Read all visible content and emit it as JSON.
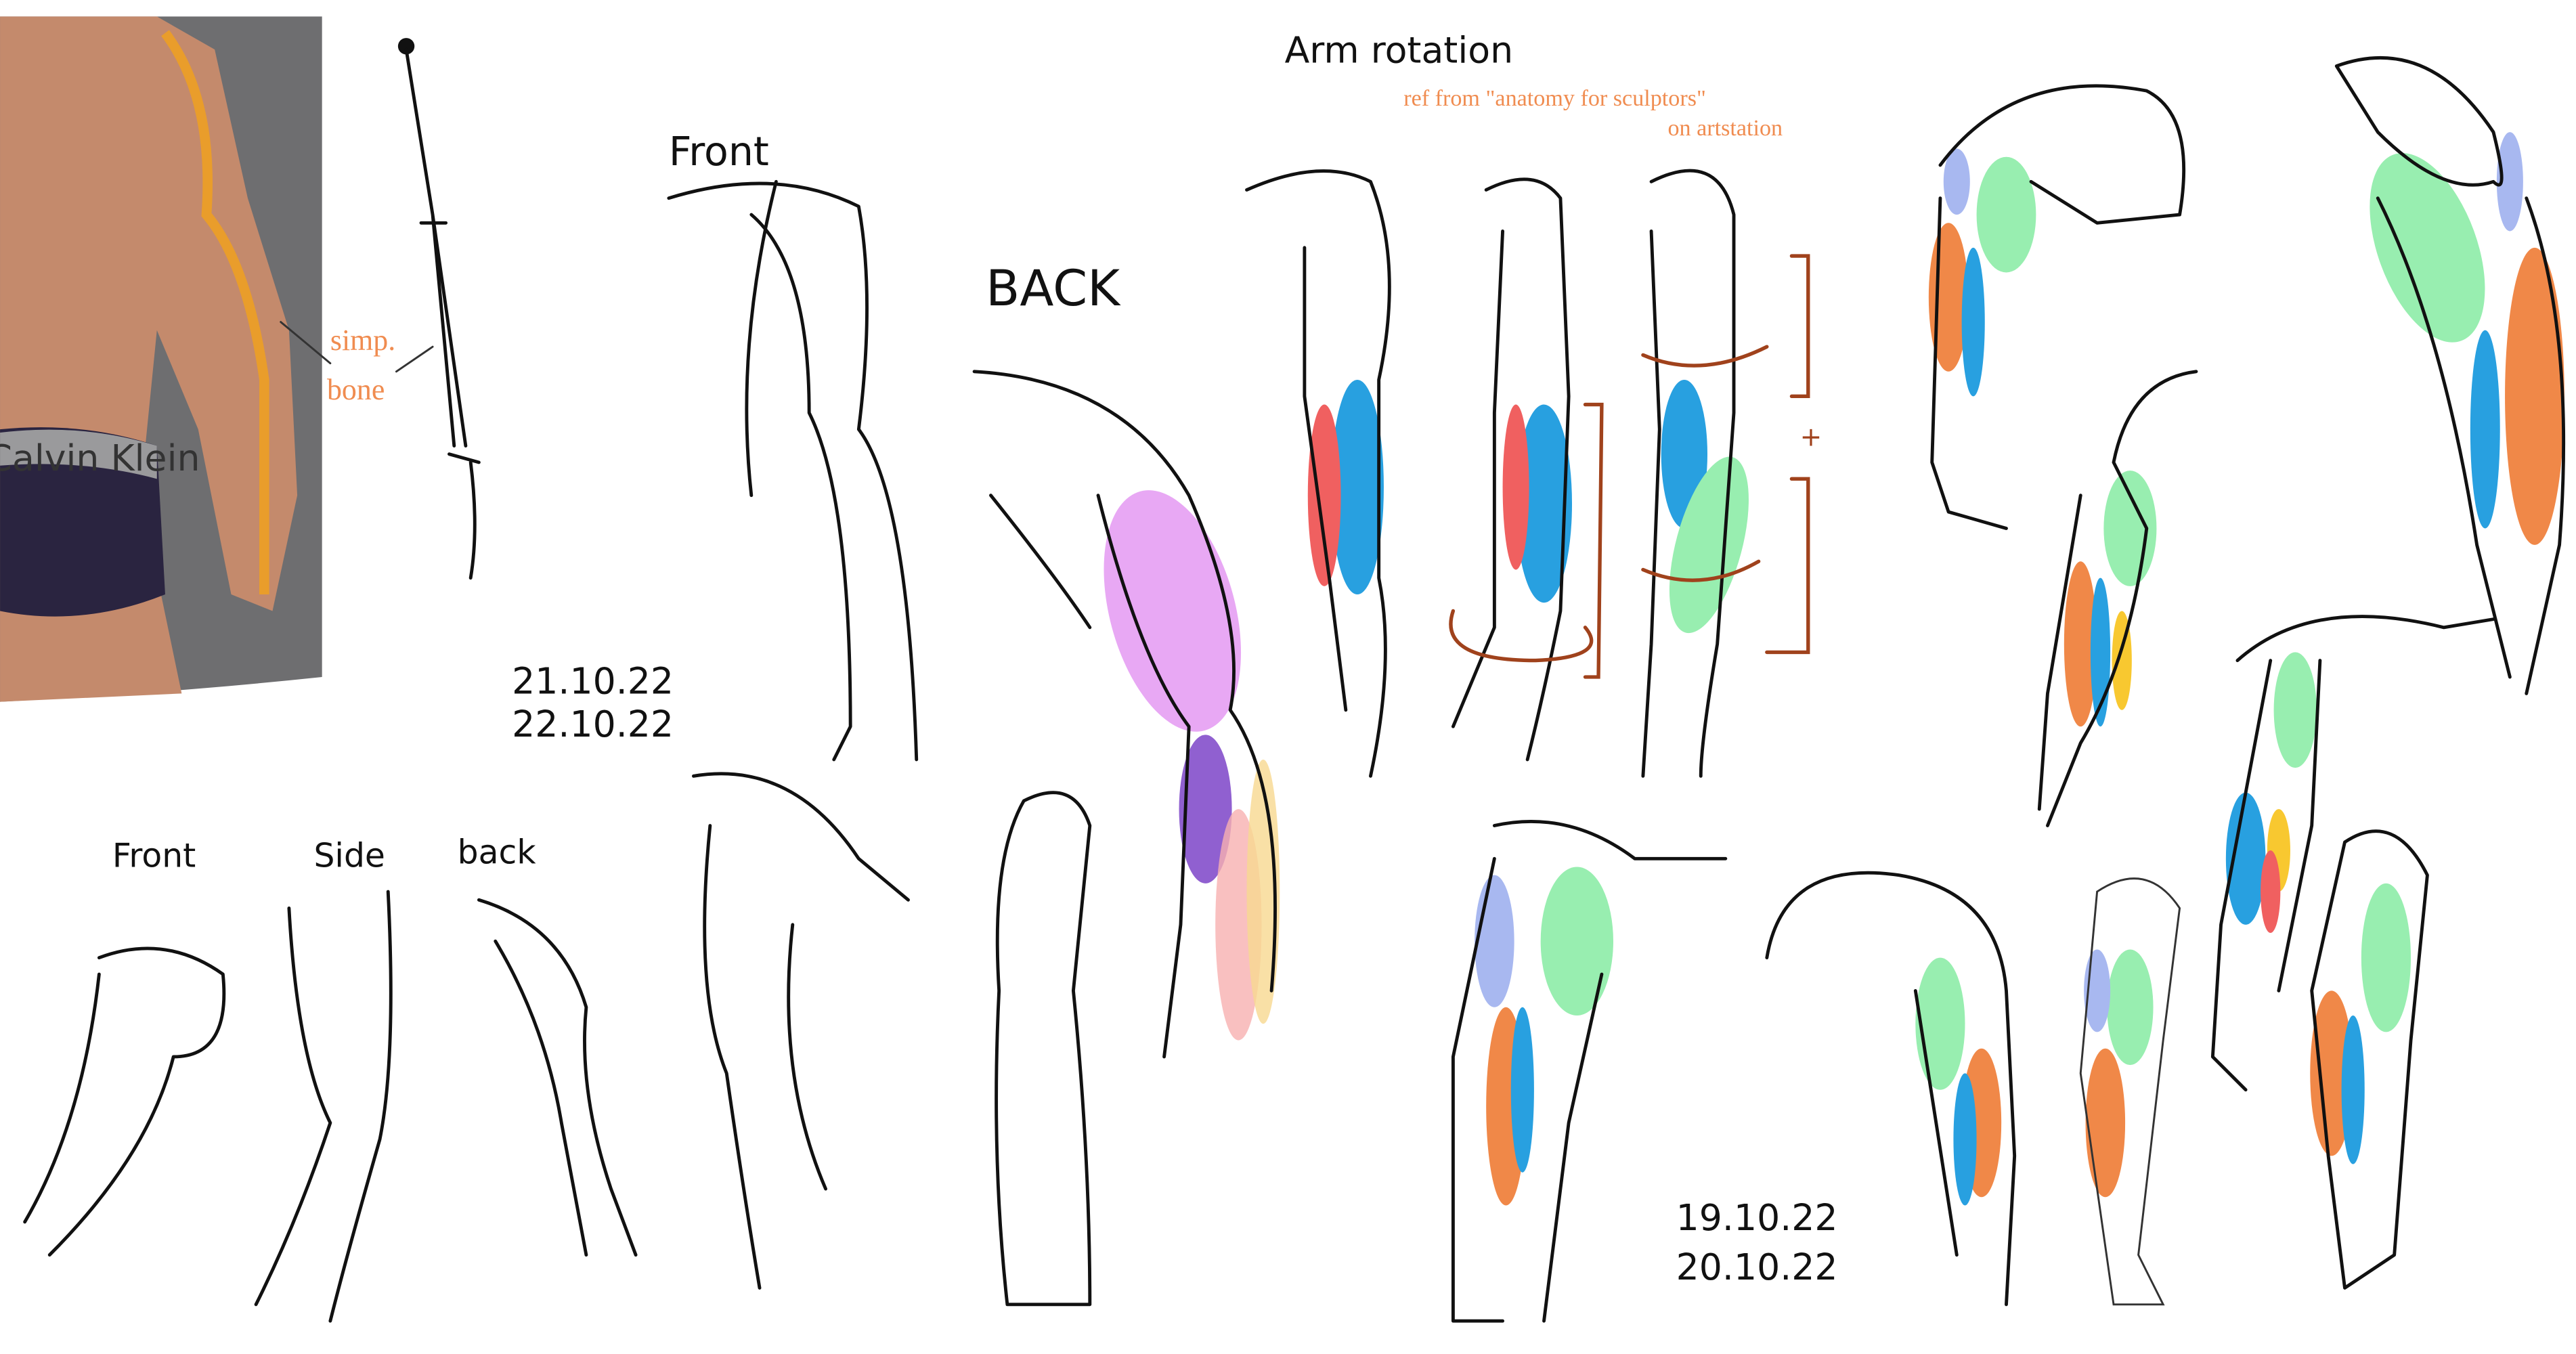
{
  "photo": {
    "logo_text": "Calvin Klein"
  },
  "labels": {
    "simp": "simp.",
    "bone": "bone",
    "front_top": "Front",
    "back_top": "BACK",
    "date_1": "21.10.22",
    "date_2": "22.10.22",
    "front_bottom": "Front",
    "side_bottom": "Side",
    "back_bottom": "back",
    "arm_rotation": "Arm rotation",
    "ref_line": "ref from \"anatomy for sculptors\"",
    "ref_source": "on artstation",
    "plus": "+",
    "date_3": "19.10.22",
    "date_4": "20.10.22"
  },
  "colors": {
    "bone_orange": "#f0a020",
    "note_orange": "#f08c50",
    "purple_light": "#e8a8f4",
    "purple_dark": "#9060d0",
    "blue": "#28a0e0",
    "red": "#f06060",
    "green": "#98eeb0",
    "lavender": "#a8b8f0",
    "muscle_orange": "#f08848",
    "yellow": "#f8c830",
    "brown_arrow": "#a0421c"
  }
}
